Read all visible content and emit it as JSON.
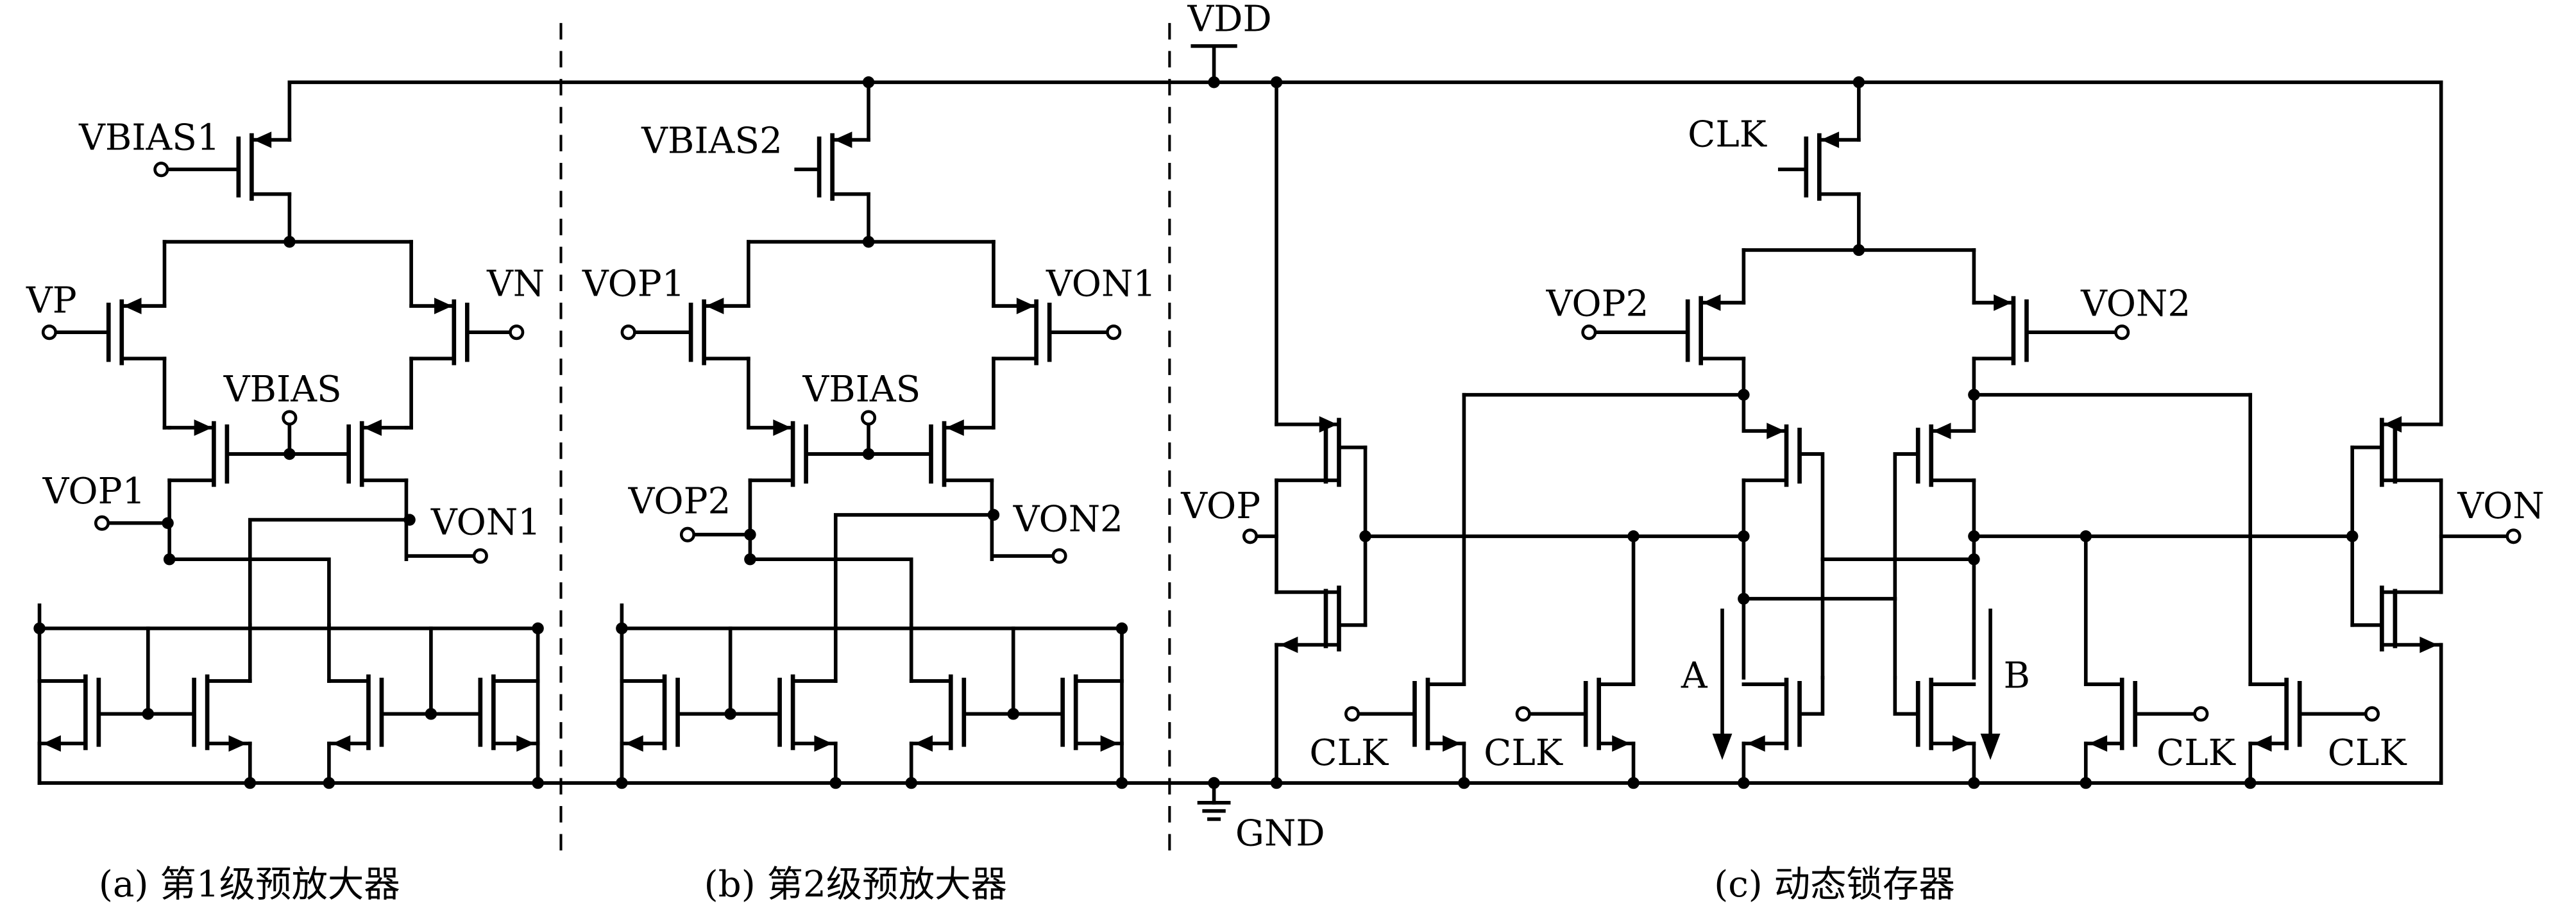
{
  "labels": {
    "vdd": "VDD",
    "gnd": "GND",
    "vbias1": "VBIAS1",
    "vbias2": "VBIAS2",
    "vp": "VP",
    "vn": "VN",
    "vbias_a": "VBIAS",
    "vbias_b": "VBIAS",
    "vop1_in": "VOP1",
    "von1_in": "VON1",
    "vop1_out": "VOP1",
    "von1_out": "VON1",
    "vop2_out": "VOP2",
    "von2_out": "VON2",
    "vop2_in": "VOP2",
    "von2_in": "VON2",
    "clk_top": "CLK",
    "vop": "VOP",
    "von": "VON",
    "clk_1": "CLK",
    "clk_2": "CLK",
    "clk_3": "CLK",
    "clk_4": "CLK",
    "node_a": "A",
    "node_b": "B"
  },
  "captions": {
    "a": "(a) 第1级预放大器",
    "b": "(b) 第2级预放大器",
    "c": "(c) 动态锁存器"
  }
}
